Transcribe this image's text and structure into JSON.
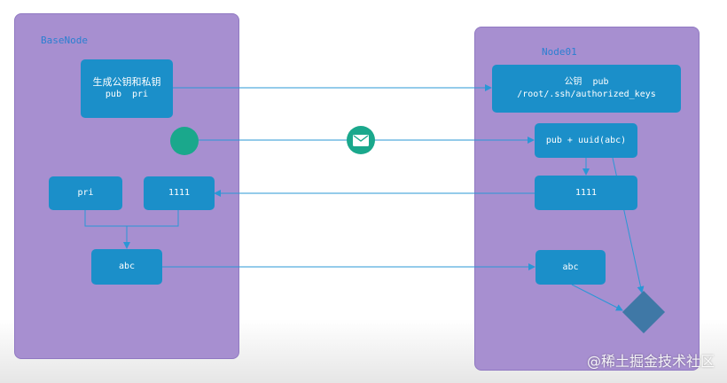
{
  "left_panel": {
    "title": "BaseNode",
    "keygen_line1": "生成公钥和私钥",
    "keygen_line2": "pub  pri",
    "pri_label": "pri",
    "num_label": "1111",
    "abc_label": "abc"
  },
  "right_panel": {
    "title": "Node01",
    "pubkey_line1": "公钥  pub",
    "pubkey_line2": "/root/.ssh/authorized_keys",
    "uuid_label": "pub + uuid(abc)",
    "num_label": "1111",
    "abc_label": "abc"
  },
  "watermark": "@稀土掘金技术社区",
  "colors": {
    "panel": "#a78fd0",
    "box": "#1b8fc9",
    "token": "#1aa88c",
    "diamond": "#3f78a6",
    "arrow": "#2a97d6"
  },
  "icons": {
    "message": "envelope-icon"
  }
}
